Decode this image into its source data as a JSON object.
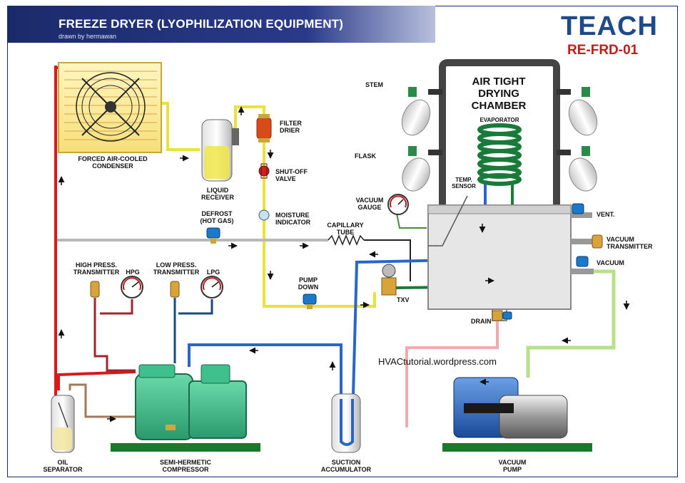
{
  "header": {
    "title": "FREEZE DRYER (LYOPHILIZATION EQUIPMENT)",
    "subtitle": "drawn by hermawan",
    "brand": "TEACH",
    "code": "RE-FRD-01"
  },
  "chamber": {
    "line1": "AIR TIGHT",
    "line2": "DRYING",
    "line3": "CHAMBER"
  },
  "labels": {
    "condenser_1": "FORCED AIR-COOLED",
    "condenser_2": "CONDENSER",
    "liquid_receiver_1": "LIQUID",
    "liquid_receiver_2": "RECEIVER",
    "filter_drier_1": "FILTER",
    "filter_drier_2": "DRIER",
    "shutoff_1": "SHUT-OFF",
    "shutoff_2": "VALVE",
    "moisture_1": "MOISTURE",
    "moisture_2": "INDICATOR",
    "defrost_1": "DEFROST",
    "defrost_2": "(HOT GAS)",
    "capillary_1": "CAPILLARY",
    "capillary_2": "TUBE",
    "high_press_1": "HIGH PRESS.",
    "high_press_2": "TRANSMITTER",
    "hpg": "HPG",
    "low_press_1": "LOW PRESS.",
    "low_press_2": "TRANSMITTER",
    "lpg": "LPG",
    "pump_down_1": "PUMP",
    "pump_down_2": "DOWN",
    "txv": "TXV",
    "stem": "STEM",
    "flask": "FLASK",
    "evaporator": "EVAPORATOR",
    "temp_sensor_1": "TEMP.",
    "temp_sensor_2": "SENSOR",
    "vacuum_gauge_1": "VACUUM",
    "vacuum_gauge_2": "GAUGE",
    "vent": "VENT.",
    "vacuum_transmitter_1": "VACUUM",
    "vacuum_transmitter_2": "TRANSMITTER",
    "vacuum": "VACUUM",
    "drain": "DRAIN",
    "oil_separator_1": "OIL",
    "oil_separator_2": "SEPARATOR",
    "compressor_1": "SEMI-HERMETIC",
    "compressor_2": "COMPRESSOR",
    "accumulator_1": "SUCTION",
    "accumulator_2": "ACCUMULATOR",
    "vacuum_pump_1": "VACUUM",
    "vacuum_pump_2": "PUMP"
  },
  "watermark": "HVACtutorial.wordpress.com",
  "colors": {
    "hot_gas": "#d61a1a",
    "liquid": "#e8e23a",
    "suction": "#2a66c8",
    "evaporator": "#1a7a3a",
    "vacuum_line": "#b8e08a",
    "drain_line": "#f2aab0",
    "defrost_line": "#b8b8b8",
    "oil_line": "#a07a5a",
    "compressor": "#3fbf8c",
    "title_bar": "#1a2a6a",
    "brand": "#1f4a8a",
    "code": "#c41a1a"
  }
}
